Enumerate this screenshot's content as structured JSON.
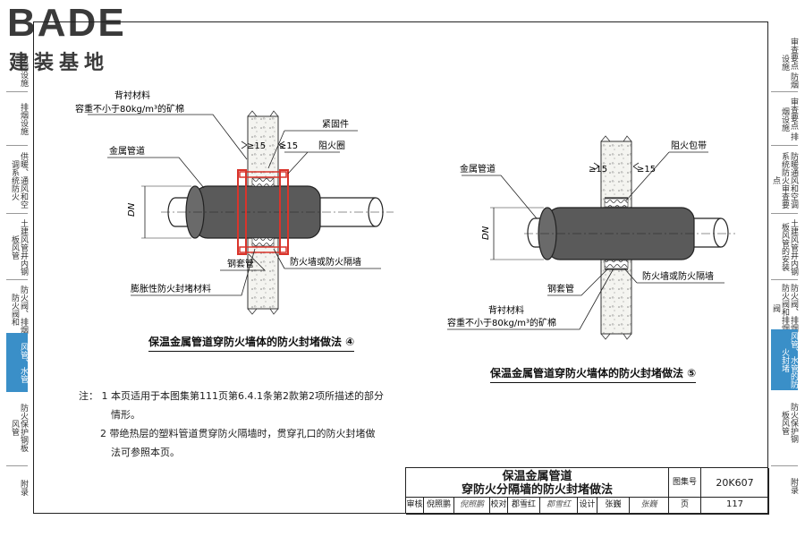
{
  "logo": {
    "latin": "BADE",
    "cjk": "建装基地"
  },
  "left_tabs": [
    {
      "label": "防烟设施",
      "active": false
    },
    {
      "label": "排烟设施",
      "active": false
    },
    {
      "label": "供暖、通风和空调系统防火",
      "active": false
    },
    {
      "label": "土建风管井内钢板风管",
      "active": false
    },
    {
      "label": "防火阀、排烟防火阀和",
      "active": false
    },
    {
      "label": "风管、水管",
      "active": true
    },
    {
      "label": "防火保护钢板风管",
      "active": false
    },
    {
      "label": "附录",
      "active": false
    }
  ],
  "right_tabs": [
    {
      "label": "审查要点 防烟设施",
      "active": false
    },
    {
      "label": "审查要点 排烟设施",
      "active": false
    },
    {
      "label": "防暖通风和空调系统防火审查要点",
      "active": false
    },
    {
      "label": "土建风管井内钢板风管的安装",
      "active": false
    },
    {
      "label": "防火阀、排烟防火阀和排烟阀",
      "active": false
    },
    {
      "label": "风管、水管的防火封堵",
      "active": true
    },
    {
      "label": "防火保护钢板风管",
      "active": false
    },
    {
      "label": "附录",
      "active": false
    }
  ],
  "figure4": {
    "label_backing": "背衬材料",
    "label_backing_sub": "容重不小于80kg/m³的矿棉",
    "label_fastener": "紧固件",
    "label_ring": "阻火圈",
    "label_pipe": "金属管道",
    "label_sleeve": "钢套管",
    "label_wall": "防火墙或防火隔墙",
    "label_sealant": "膨胀性防火封堵材料",
    "dim_15a": "≥15",
    "dim_15b": "≥15",
    "dn": "DN",
    "caption": "保温金属管道穿防火墙体的防火封堵做法 ④"
  },
  "figure5": {
    "label_pipe": "金属管道",
    "label_wrap": "阻火包带",
    "label_sleeve": "钢套管",
    "label_wall": "防火墙或防火隔墙",
    "label_backing": "背衬材料",
    "label_backing_sub": "容重不小于80kg/m³的矿棉",
    "dim_15a": "≥15",
    "dim_15b": "≥15",
    "dn": "DN",
    "caption": "保温金属管道穿防火墙体的防火封堵做法 ⑤"
  },
  "notes": {
    "prefix": "注：",
    "n1_num": "1",
    "n1_line1": "本页适用于本图集第111页第6.4.1条第2款第2项所描述的部分",
    "n1_line2": "情形。",
    "n2_num": "2",
    "n2_line1": "带绝热层的塑料管道贯穿防火隔墙时，贯穿孔口的防火封堵做",
    "n2_line2": "法可参照本页。"
  },
  "title_block": {
    "title_line1": "保温金属管道",
    "title_line2": "穿防火分隔墙的防火封堵做法",
    "atlas_label": "图集号",
    "atlas_no": "20K607",
    "review_label": "审核",
    "review_name": "倪照鹏",
    "review_sig": "倪照鹏",
    "check_label": "校对",
    "check_name": "郡雪红",
    "check_sig": "郡雪红",
    "design_label": "设计",
    "design_name": "张巍",
    "design_sig": "张巍",
    "page_label": "页",
    "page_no": "117"
  },
  "colors": {
    "accent_tab": "#3a8fc8",
    "fire_ring": "#d9342b",
    "pipe_insulation": "#5a5a5a"
  }
}
